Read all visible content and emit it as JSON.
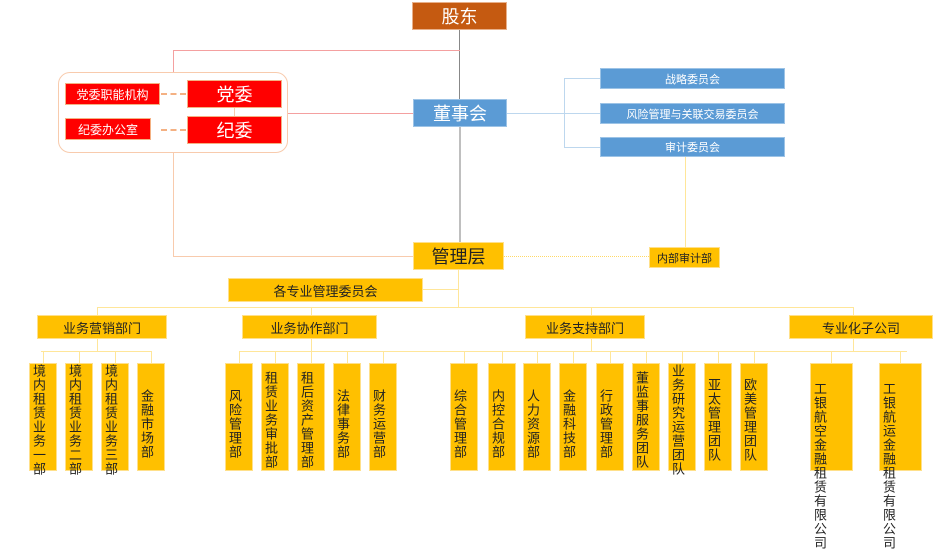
{
  "shareholders": {
    "label": "股东"
  },
  "board": {
    "label": "董事会"
  },
  "party": {
    "committee": "党委",
    "committee_functions": "党委职能机构",
    "discipline": "纪委",
    "discipline_office": "纪委办公室"
  },
  "board_committees": [
    {
      "label": "战略委员会"
    },
    {
      "label": "风险管理与关联交易委员会"
    },
    {
      "label": "审计委员会"
    }
  ],
  "management": {
    "label": "管理层"
  },
  "internal_audit": {
    "label": "内部审计部"
  },
  "mgmt_committees": {
    "label": "各专业管理委员会"
  },
  "groups": [
    {
      "label": "业务营销部门",
      "units": [
        "境内租赁业务一部",
        "境内租赁业务二部",
        "境内租赁业务三部",
        "金融市场部"
      ]
    },
    {
      "label": "业务协作部门",
      "units": [
        "风险管理部",
        "租赁业务审批部",
        "租后资产管理部",
        "法律事务部",
        "财务运营部"
      ]
    },
    {
      "label": "业务支持部门",
      "units": [
        "综合管理部",
        "内控合规部",
        "人力资源部",
        "金融科技部",
        "行政管理部",
        "董监事服务团队",
        "业务研究运营团队",
        "亚太管理团队",
        "欧美管理团队"
      ]
    },
    {
      "label": "专业化子公司",
      "units": [
        "工银航空金融租赁有限公司",
        "工银航运金融租赁有限公司"
      ]
    }
  ],
  "colors": {
    "shareholders": "#C55A11",
    "board": "#5B9BD5",
    "party": "#FF0000",
    "management": "#FFC000"
  }
}
